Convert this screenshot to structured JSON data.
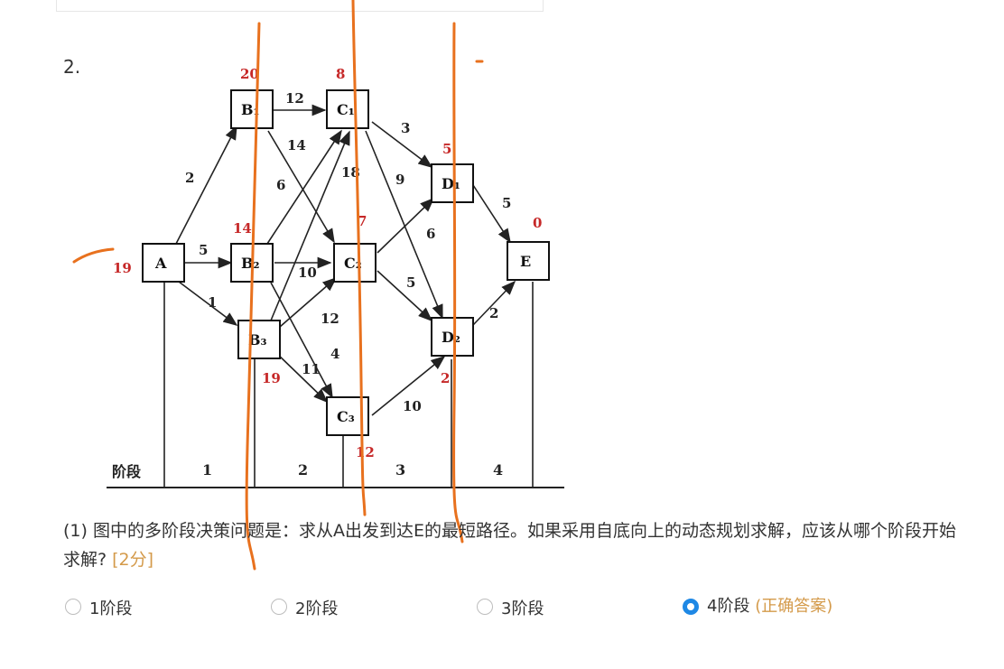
{
  "question": {
    "number": "2.",
    "text": "(1) 图中的多阶段决策问题是：求从A出发到达E的最短路径。如果采用自底向上的动态规划求解，应该从哪个阶段开始求解?",
    "score": "[2分]"
  },
  "options": [
    {
      "label": "1阶段",
      "selected": false
    },
    {
      "label": "2阶段",
      "selected": false
    },
    {
      "label": "3阶段",
      "selected": false
    },
    {
      "label": "4阶段",
      "selected": true,
      "note": "(正确答案)"
    }
  ],
  "diagram": {
    "nodes": [
      "A",
      "B₁",
      "B₂",
      "B₃",
      "C₁",
      "C₂",
      "C₃",
      "D₁",
      "D₂",
      "E"
    ],
    "distances": {
      "A": "19",
      "B1": "20",
      "B2": "14",
      "B3": "19",
      "C1": "8",
      "C2": "7",
      "C3": "12",
      "D1": "5",
      "D2": "2",
      "E": "0"
    },
    "weights": [
      "2",
      "5",
      "1",
      "12",
      "14",
      "6",
      "18",
      "10",
      "11",
      "12",
      "4",
      "3",
      "9",
      "6",
      "5",
      "10",
      "5",
      "2"
    ],
    "stage_label": "阶段",
    "stages": [
      "1",
      "2",
      "3",
      "4"
    ]
  },
  "colors": {
    "annotation": "#e8711e",
    "distance": "#c62828",
    "accent": "#1e88e5",
    "score": "#d49a4a"
  }
}
